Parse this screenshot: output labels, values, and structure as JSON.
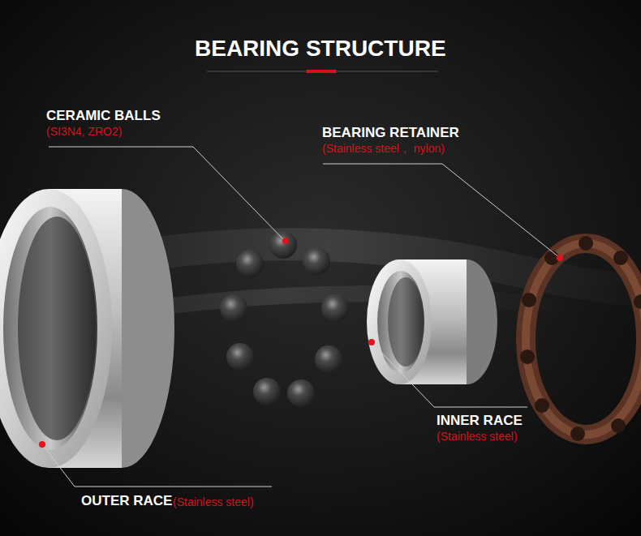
{
  "diagram": {
    "title": "BEARING STRUCTURE",
    "labels": [
      "CERAMIC BALLS",
      "(SI3N4, ZRO2)",
      "BEARING RETAINER",
      "(Stainless steel， nylon)",
      "INNER RACE",
      "(Stainless steel)",
      "OUTER RACE",
      "(Stainless steel)"
    ]
  }
}
